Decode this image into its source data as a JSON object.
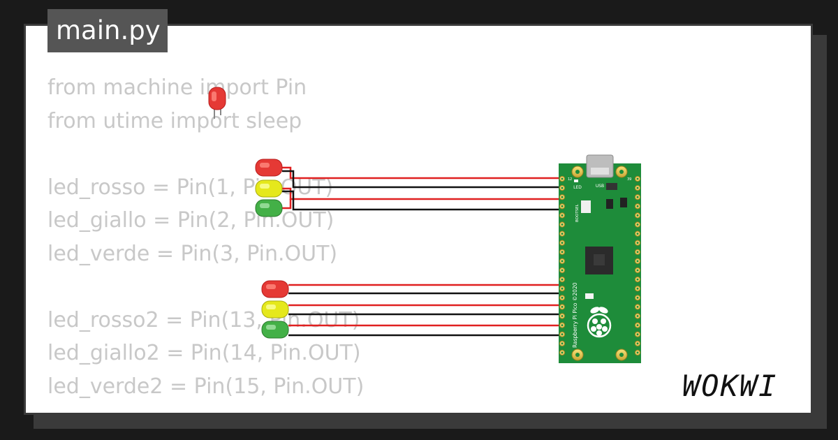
{
  "editor": {
    "filename": "main.py",
    "code_lines": [
      "from machine import Pin",
      "from utime import sleep",
      "",
      "led_rosso = Pin(1, Pin.OUT)",
      "led_giallo = Pin(2, Pin.OUT)",
      "led_verde = Pin(3, Pin.OUT)",
      "",
      "led_rosso2 = Pin(13, Pin.OUT)",
      "led_giallo2 = Pin(14, Pin.OUT)",
      "led_verde2 = Pin(15, Pin.OUT)"
    ]
  },
  "board": {
    "silkscreen_name": "Raspberry Pi Pico ©2020",
    "led_label": "LED",
    "usb_label": "USB",
    "bootsel_label": "BOOTSEL",
    "pin_1": "1",
    "pin_2": "2",
    "pin_39": "39"
  },
  "brand": {
    "logo_text": "WOKWI"
  },
  "colors": {
    "led_red": "#e53935",
    "led_yellow": "#e5e81c",
    "led_green": "#43b047",
    "wire_red": "#e02020",
    "wire_black": "#111111",
    "board_green": "#1e8c3a"
  }
}
